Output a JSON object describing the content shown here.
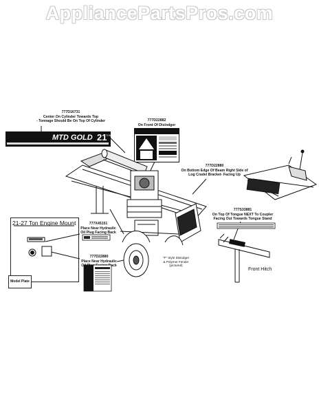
{
  "watermark": "AppliancePartsPros.com",
  "labels": {
    "cylinder": {
      "part": "777D16731",
      "line1": "Center On Cylinder Towards Top",
      "line2": "- Tonnage Should Be On Top Of Cylinder"
    },
    "dislodger": {
      "part": "777D22882",
      "line1": "On Front Of Dislodger"
    },
    "beam": {
      "part": "777D22880",
      "line1": "On Bottom Edge Of Beam Right Side of",
      "line2": "Log Cradel Bracket- Facing Up"
    },
    "oil_plug_1": {
      "part": "777X45151",
      "line1": "Place Near Hydraulic",
      "line2": "Oil Plug Facing Back"
    },
    "oil_plug_2": {
      "part": "777D22880",
      "line1": "Place Near Hydraulic",
      "line2": "Oil Plug Facing Back"
    },
    "tongue": {
      "part": "777S33881",
      "line1": "On Top Of Tongue NEXT To Coupler",
      "line2": "Facing Out Towards Tongue Stand"
    },
    "fender": {
      "line1": "\"F\" Style Dislodger",
      "line2": "& Polymer Fender",
      "line3": "(pictured)"
    }
  },
  "engine_mount_title": "21-27 Ton Engine Mount",
  "model_plate": "Model Plate",
  "front_hitch": "Front Hitch",
  "decal": {
    "brand": "MTD GOLD",
    "tons": "21",
    "tons_label": "TON"
  }
}
